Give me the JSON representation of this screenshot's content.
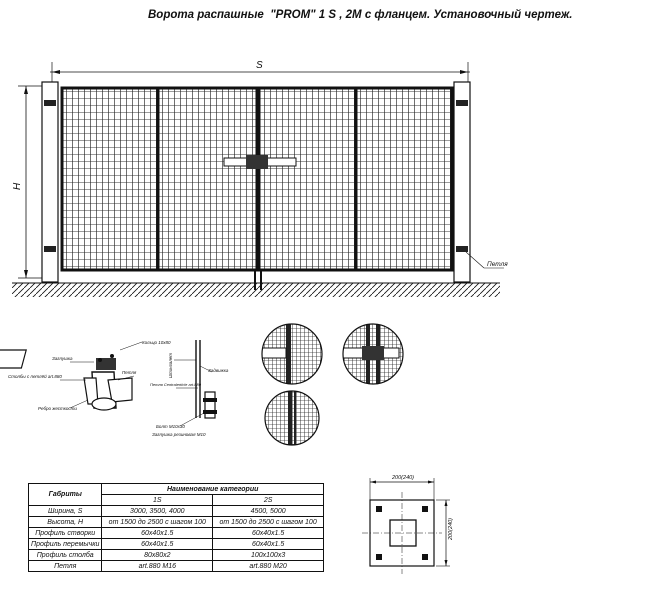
{
  "title": "Ворота распашные  \"PROM\" 1 S , 2M с фланцем. Установочный чертеж.",
  "main_drawing": {
    "width_label": "S",
    "height_label": "H",
    "hinge_label": "Петля"
  },
  "bracket_detail": {
    "labels": [
      "Кольцо 10х80",
      "Заглушка",
      "Петля",
      "Ребро жесткости",
      "Столбы с петлёй art.880"
    ]
  },
  "stopper_detail": {
    "labels": [
      "Шпингалет",
      "Задвижка",
      "Петля Centralerticle art.880",
      "Болт М10х30",
      "Заглушка резиновая М10"
    ]
  },
  "flange": {
    "dim_top": "200(240)",
    "dim_side": "200(240)"
  },
  "spec_table": {
    "header_left": "Габриты",
    "header_group": "Наименование категории",
    "col_1s": "1S",
    "col_2s": "2S",
    "rows": [
      {
        "label": "Ширина, S",
        "v1": "3000, 3500, 4000",
        "v2": "4500, 5000"
      },
      {
        "label": "Высота, H",
        "v1": "от 1500 до 2500 с шагом 100",
        "v2": "от 1500 до 2500 с шагом 100"
      },
      {
        "label": "Профиль створки",
        "v1": "60х40х1.5",
        "v2": "60х40х1.5"
      },
      {
        "label": "Профиль перемычки",
        "v1": "60х40х1.5",
        "v2": "60х40х1.5"
      },
      {
        "label": "Профиль столба",
        "v1": "80х80х2",
        "v2": "100х100х3"
      },
      {
        "label": "Петля",
        "v1": "art.880 M16",
        "v2": "art.880 M20"
      }
    ]
  }
}
